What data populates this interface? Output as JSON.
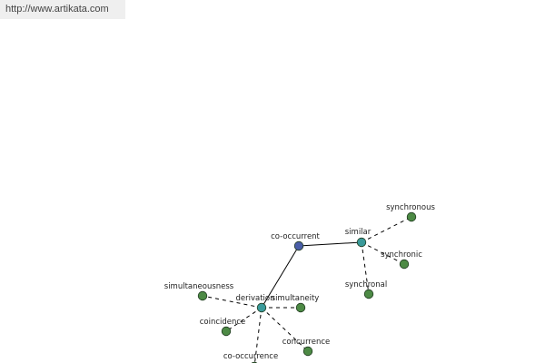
{
  "header": {
    "url": "http://www.artikata.com"
  },
  "colors": {
    "root": "#4a5ea8",
    "hub": "#3a9a9a",
    "leaf": "#4d8a45",
    "edge": "#000000"
  },
  "graph": {
    "nodes": [
      {
        "id": "co-occurrent",
        "label": "co-occurrent",
        "kind": "root"
      },
      {
        "id": "similar",
        "label": "similar",
        "kind": "hub"
      },
      {
        "id": "derivation",
        "label": "derivation",
        "kind": "hub"
      },
      {
        "id": "synchronous",
        "label": "synchronous",
        "kind": "leaf"
      },
      {
        "id": "synchronic",
        "label": "synchronic",
        "kind": "leaf"
      },
      {
        "id": "synchronal",
        "label": "synchronal",
        "kind": "leaf"
      },
      {
        "id": "simultaneousness",
        "label": "simultaneousness",
        "kind": "leaf"
      },
      {
        "id": "simultaneity",
        "label": "simultaneity",
        "kind": "leaf"
      },
      {
        "id": "coincidence",
        "label": "coincidence",
        "kind": "leaf"
      },
      {
        "id": "concurrence",
        "label": "concurrence",
        "kind": "leaf"
      },
      {
        "id": "co-occurrence",
        "label": "co-occurrence",
        "kind": "leaf"
      }
    ],
    "edges": [
      {
        "from": "co-occurrent",
        "to": "similar",
        "style": "solid"
      },
      {
        "from": "co-occurrent",
        "to": "derivation",
        "style": "solid"
      },
      {
        "from": "similar",
        "to": "synchronous",
        "style": "dashed"
      },
      {
        "from": "similar",
        "to": "synchronic",
        "style": "dashed"
      },
      {
        "from": "similar",
        "to": "synchronal",
        "style": "dashed"
      },
      {
        "from": "derivation",
        "to": "simultaneousness",
        "style": "dashed"
      },
      {
        "from": "derivation",
        "to": "simultaneity",
        "style": "dashed"
      },
      {
        "from": "derivation",
        "to": "coincidence",
        "style": "dashed"
      },
      {
        "from": "derivation",
        "to": "concurrence",
        "style": "dashed"
      },
      {
        "from": "derivation",
        "to": "co-occurrence",
        "style": "dashed"
      }
    ]
  }
}
